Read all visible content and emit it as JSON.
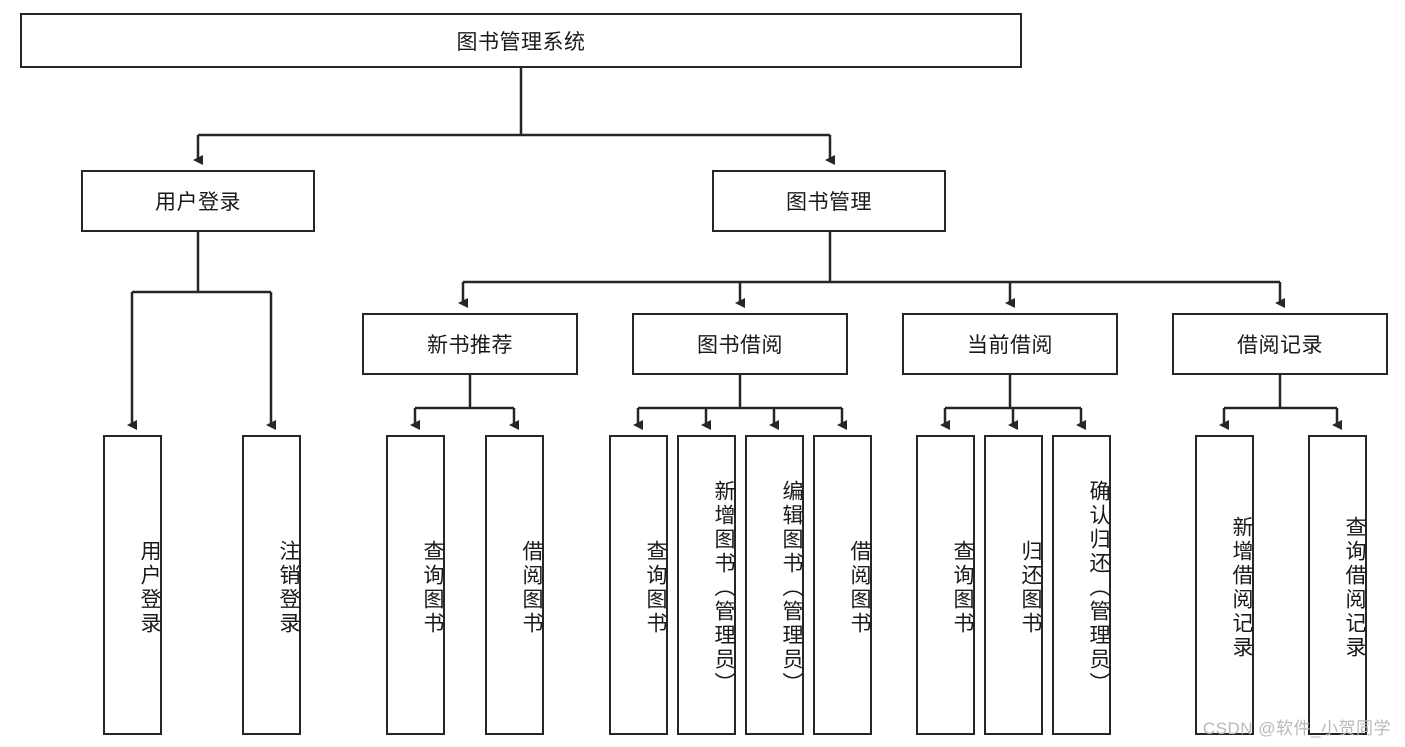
{
  "diagram": {
    "type": "tree",
    "title": "图书管理系统",
    "orientation": "top-down",
    "colors": {
      "box_border": "#262626",
      "box_fill": "#ffffff",
      "edge": "#262626",
      "text": "#1a1a1a",
      "watermark": "#b9b9b9"
    },
    "root": {
      "label": "图书管理系统"
    },
    "level2": [
      {
        "label": "用户登录"
      },
      {
        "label": "图书管理"
      }
    ],
    "level3": [
      {
        "label": "新书推荐"
      },
      {
        "label": "图书借阅"
      },
      {
        "label": "当前借阅"
      },
      {
        "label": "借阅记录"
      }
    ],
    "leaves": {
      "user_login": [
        {
          "label": "用户登录"
        },
        {
          "label": "注销登录"
        }
      ],
      "new_book": [
        {
          "label": "查询图书"
        },
        {
          "label": "借阅图书"
        }
      ],
      "book_borrow": [
        {
          "label": "查询图书"
        },
        {
          "label": "新增图书（管理员）"
        },
        {
          "label": "编辑图书（管理员）"
        },
        {
          "label": "借阅图书"
        }
      ],
      "current_borrow": [
        {
          "label": "查询图书"
        },
        {
          "label": "归还图书"
        },
        {
          "label": "确认归还（管理员）"
        }
      ],
      "borrow_record": [
        {
          "label": "新增借阅记录"
        },
        {
          "label": "查询借阅记录"
        }
      ]
    }
  },
  "watermark": {
    "text": "CSDN @软件_小贺同学"
  }
}
